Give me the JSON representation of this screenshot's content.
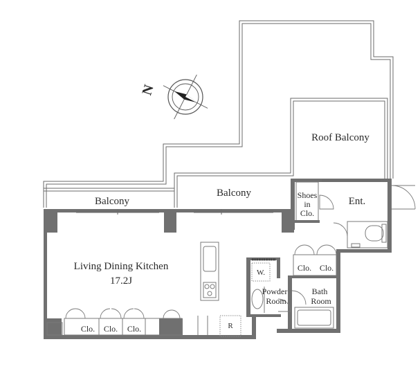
{
  "compass": {
    "label": "N"
  },
  "rooms": {
    "roof_balcony": "Roof Balcony",
    "balcony_left": "Balcony",
    "balcony_right": "Balcony",
    "shoes_line1": "Shoes",
    "shoes_line2": "in",
    "shoes_line3": "Clo.",
    "entrance": "Ent.",
    "ldk_name": "Living Dining Kitchen",
    "ldk_size": "17.2J",
    "washer": "W.",
    "refrigerator": "R",
    "powder_line1": "Powder",
    "powder_line2": "Room",
    "bath_line1": "Bath",
    "bath_line2": "Room",
    "closets": [
      "Clo.",
      "Clo.",
      "Clo.",
      "Clo.",
      "Clo."
    ]
  },
  "colors": {
    "wall": "#707070",
    "line": "#7a7a7a",
    "text": "#2a2a2a"
  }
}
